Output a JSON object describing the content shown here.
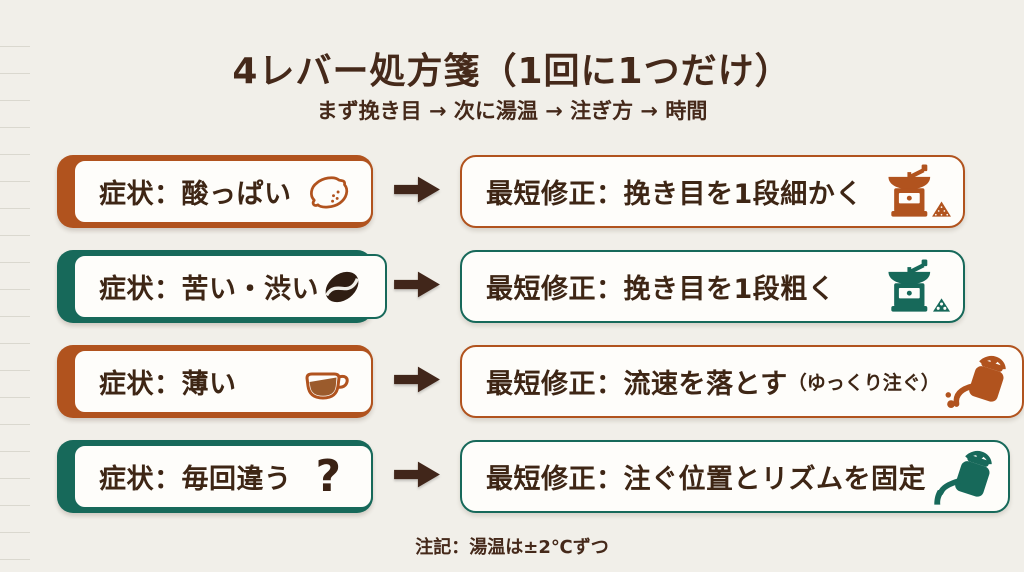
{
  "colors": {
    "orange": "#b1531e",
    "teal": "#17695a",
    "text": "#45291a",
    "box_text": "#3e2615",
    "arrow": "#41261a",
    "bg": "#f1efe9",
    "card": "#fefdfa",
    "bean": "#2f1d12",
    "liquid": "#9b5b2c",
    "rule": "#d7d5cc"
  },
  "header": {
    "title": "4レバー処方箋（1回に1つだけ）",
    "subtitle": "まず挽き目 → 次に湯温 → 注ぎ方 → 時間"
  },
  "rows": [
    {
      "accent": "orange",
      "symptom_label": "症状：酸っぱい",
      "symptom_icon": "lemon-icon",
      "fix_label": "最短修正：挽き目を1段細かく",
      "fix_suffix": "",
      "fix_icon": "coffee-grinder-fine-icon"
    },
    {
      "accent": "teal",
      "symptom_label": "症状：苦い・渋い",
      "symptom_icon": "coffee-bean-icon",
      "fix_label": "最短修正：挽き目を1段粗く",
      "fix_suffix": "",
      "fix_icon": "coffee-grinder-coarse-icon"
    },
    {
      "accent": "orange",
      "symptom_label": "症状：薄い",
      "symptom_icon": "coffee-cup-icon",
      "fix_label": "最短修正：流速を落とす",
      "fix_suffix": "（ゆっくり注ぐ）",
      "fix_icon": "kettle-pour-drops-icon"
    },
    {
      "accent": "teal",
      "symptom_label": "症状：毎回違う",
      "symptom_icon": "question-mark-icon",
      "question_glyph": "?",
      "fix_label": "最短修正：注ぐ位置とリズムを固定",
      "fix_suffix": "",
      "fix_icon": "kettle-pour-stream-icon"
    }
  ],
  "footer": {
    "note": "注記：湯温は±2℃ずつ"
  }
}
